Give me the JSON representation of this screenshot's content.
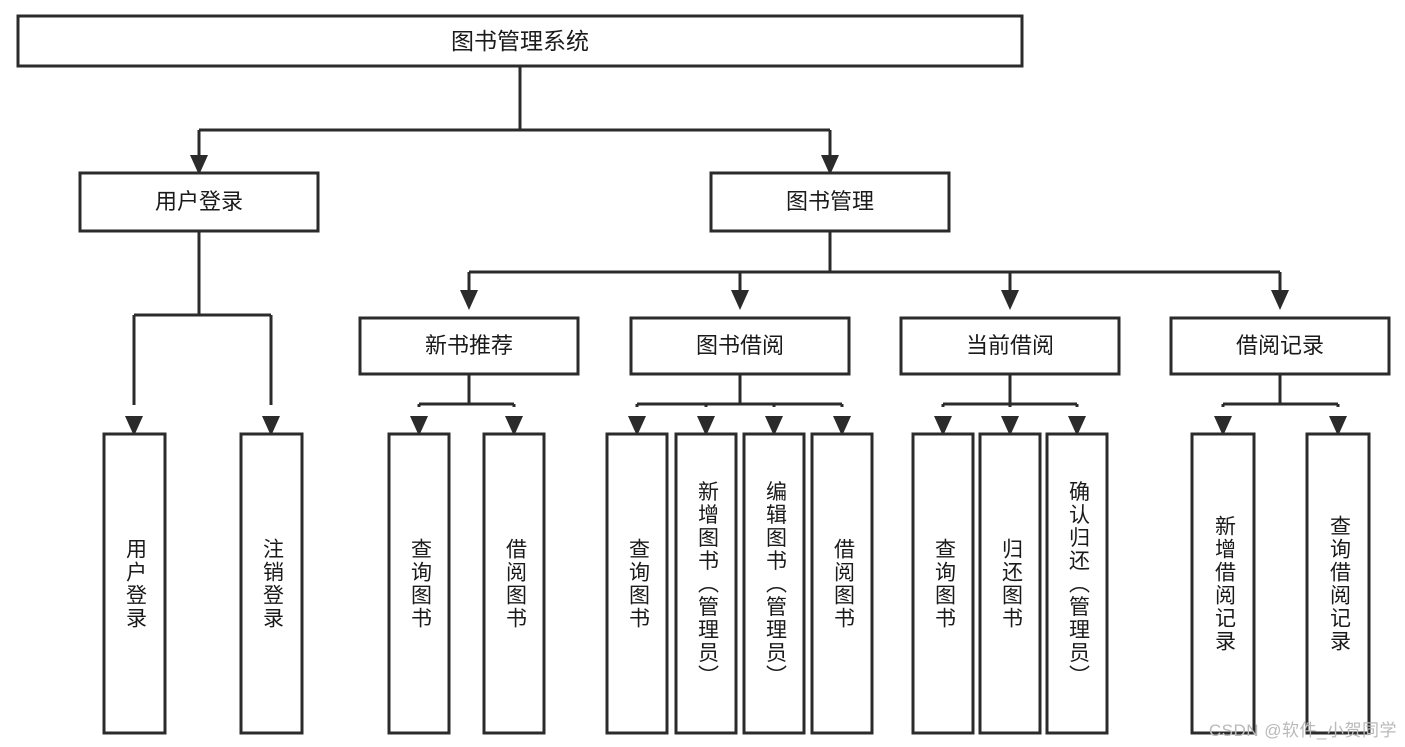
{
  "diagram": {
    "type": "tree-hierarchy-flowchart",
    "title": "图书管理系统",
    "watermark": "CSDN @软件_小贺同学",
    "colors": {
      "box_fill": "#ffffff",
      "box_stroke": "#2b2b2b",
      "text": "#1a1a1a",
      "background": "#ffffff",
      "watermark": "#b9b9b9"
    },
    "root": {
      "label": "图书管理系统",
      "orientation": "horizontal"
    },
    "level2": [
      {
        "label": "用户登录",
        "orientation": "horizontal"
      },
      {
        "label": "图书管理",
        "orientation": "horizontal"
      }
    ],
    "level3": [
      {
        "label": "新书推荐",
        "orientation": "horizontal"
      },
      {
        "label": "图书借阅",
        "orientation": "horizontal"
      },
      {
        "label": "当前借阅",
        "orientation": "horizontal"
      },
      {
        "label": "借阅记录",
        "orientation": "horizontal"
      }
    ],
    "leaves": {
      "user_login": [
        {
          "label": "用户登录",
          "orientation": "vertical"
        },
        {
          "label": "注销登录",
          "orientation": "vertical"
        }
      ],
      "new_book_recommend": [
        {
          "label": "查询图书",
          "orientation": "vertical"
        },
        {
          "label": "借阅图书",
          "orientation": "vertical"
        }
      ],
      "book_borrow": [
        {
          "label": "查询图书",
          "orientation": "vertical"
        },
        {
          "label": "新增图书（管理员）",
          "orientation": "vertical"
        },
        {
          "label": "编辑图书（管理员）",
          "orientation": "vertical"
        },
        {
          "label": "借阅图书",
          "orientation": "vertical"
        }
      ],
      "current_borrow": [
        {
          "label": "查询图书",
          "orientation": "vertical"
        },
        {
          "label": "归还图书",
          "orientation": "vertical"
        },
        {
          "label": "确认归还（管理员）",
          "orientation": "vertical"
        }
      ],
      "borrow_record": [
        {
          "label": "新增借阅记录",
          "orientation": "vertical"
        },
        {
          "label": "查询借阅记录",
          "orientation": "vertical"
        }
      ]
    }
  }
}
